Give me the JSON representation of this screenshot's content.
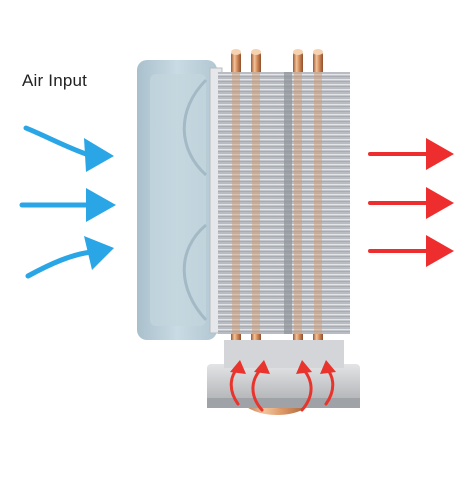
{
  "labels": {
    "air_input": "Air Input"
  },
  "icons": {
    "intake_arrows": "curved-and-straight-arrow-icons",
    "exhaust_arrows": "arrow-right-icons",
    "heatpipe_flow": "curved-arrow-up-icons"
  },
  "colors": {
    "intake_arrow": "#2AA6E6",
    "exhaust_arrow": "#EE2E2E",
    "heat_flow_arrow": "#E8342C",
    "fan_frame": "#B9CDD8",
    "fins": "#C9CCD1",
    "copper": "#D89A6E",
    "base": "#C4C6C9",
    "text": "#222222"
  }
}
